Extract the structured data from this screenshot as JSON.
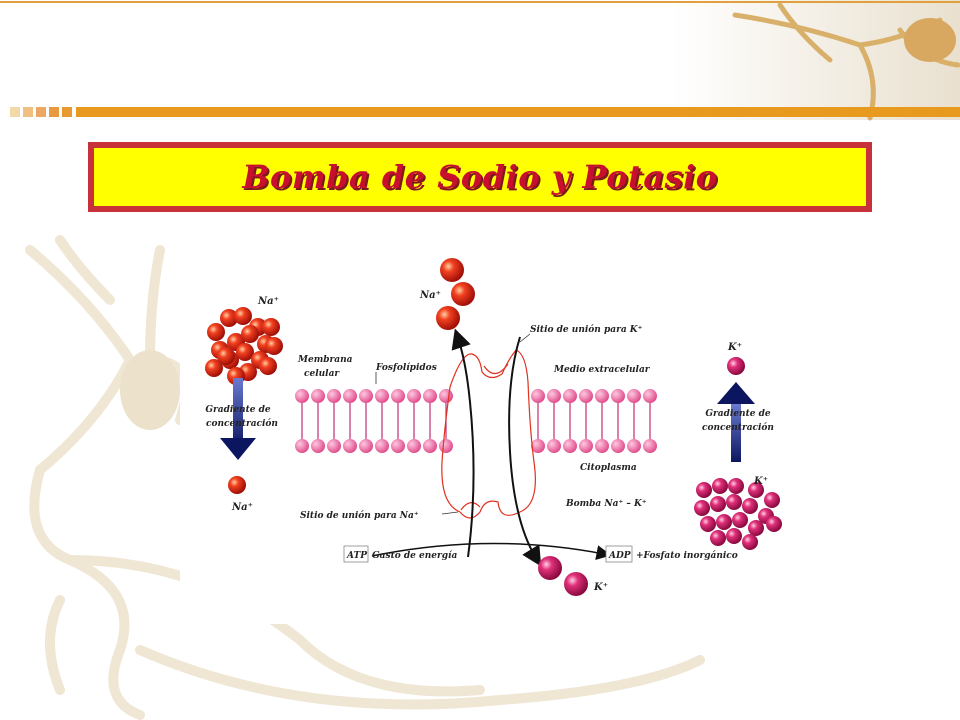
{
  "title": "Bomba de Sodio y Potasio",
  "colors": {
    "accent_bar": "#e89a1e",
    "title_bg": "#ffff00",
    "title_border": "#c8303a",
    "title_text": "#c8102e",
    "na_ion": "#e8241a",
    "k_ion": "#d8206e",
    "phospholipid": "#ec6aa6",
    "arrow": "#1a237e"
  },
  "diagram": {
    "na_top": "Na⁺",
    "na_left_top": "Na⁺",
    "na_left_bottom": "Na⁺",
    "gradient_left_line1": "Gradiente de",
    "gradient_left_line2": "concentración",
    "gradient_right_line1": "Gradiente de",
    "gradient_right_line2": "concentración",
    "k_right_top": "K⁺",
    "k_right_bottom": "K⁺",
    "k_bottom": "K⁺",
    "membrana_line1": "Membrana",
    "membrana_line2": "celular",
    "fosfolipidos": "Fosfolípidos",
    "sitio_k": "Sitio de unión para K⁺",
    "medio_extracelular": "Medio extracelular",
    "citoplasma": "Citoplasma",
    "bomba": "Bomba Na⁺ – K⁺",
    "sitio_na": "Sitio de unión para Na⁺",
    "atp": "ATP",
    "gasto": "Gasto de energía",
    "adp": "ADP",
    "fosfato": "+Fosfato inorgánico"
  }
}
